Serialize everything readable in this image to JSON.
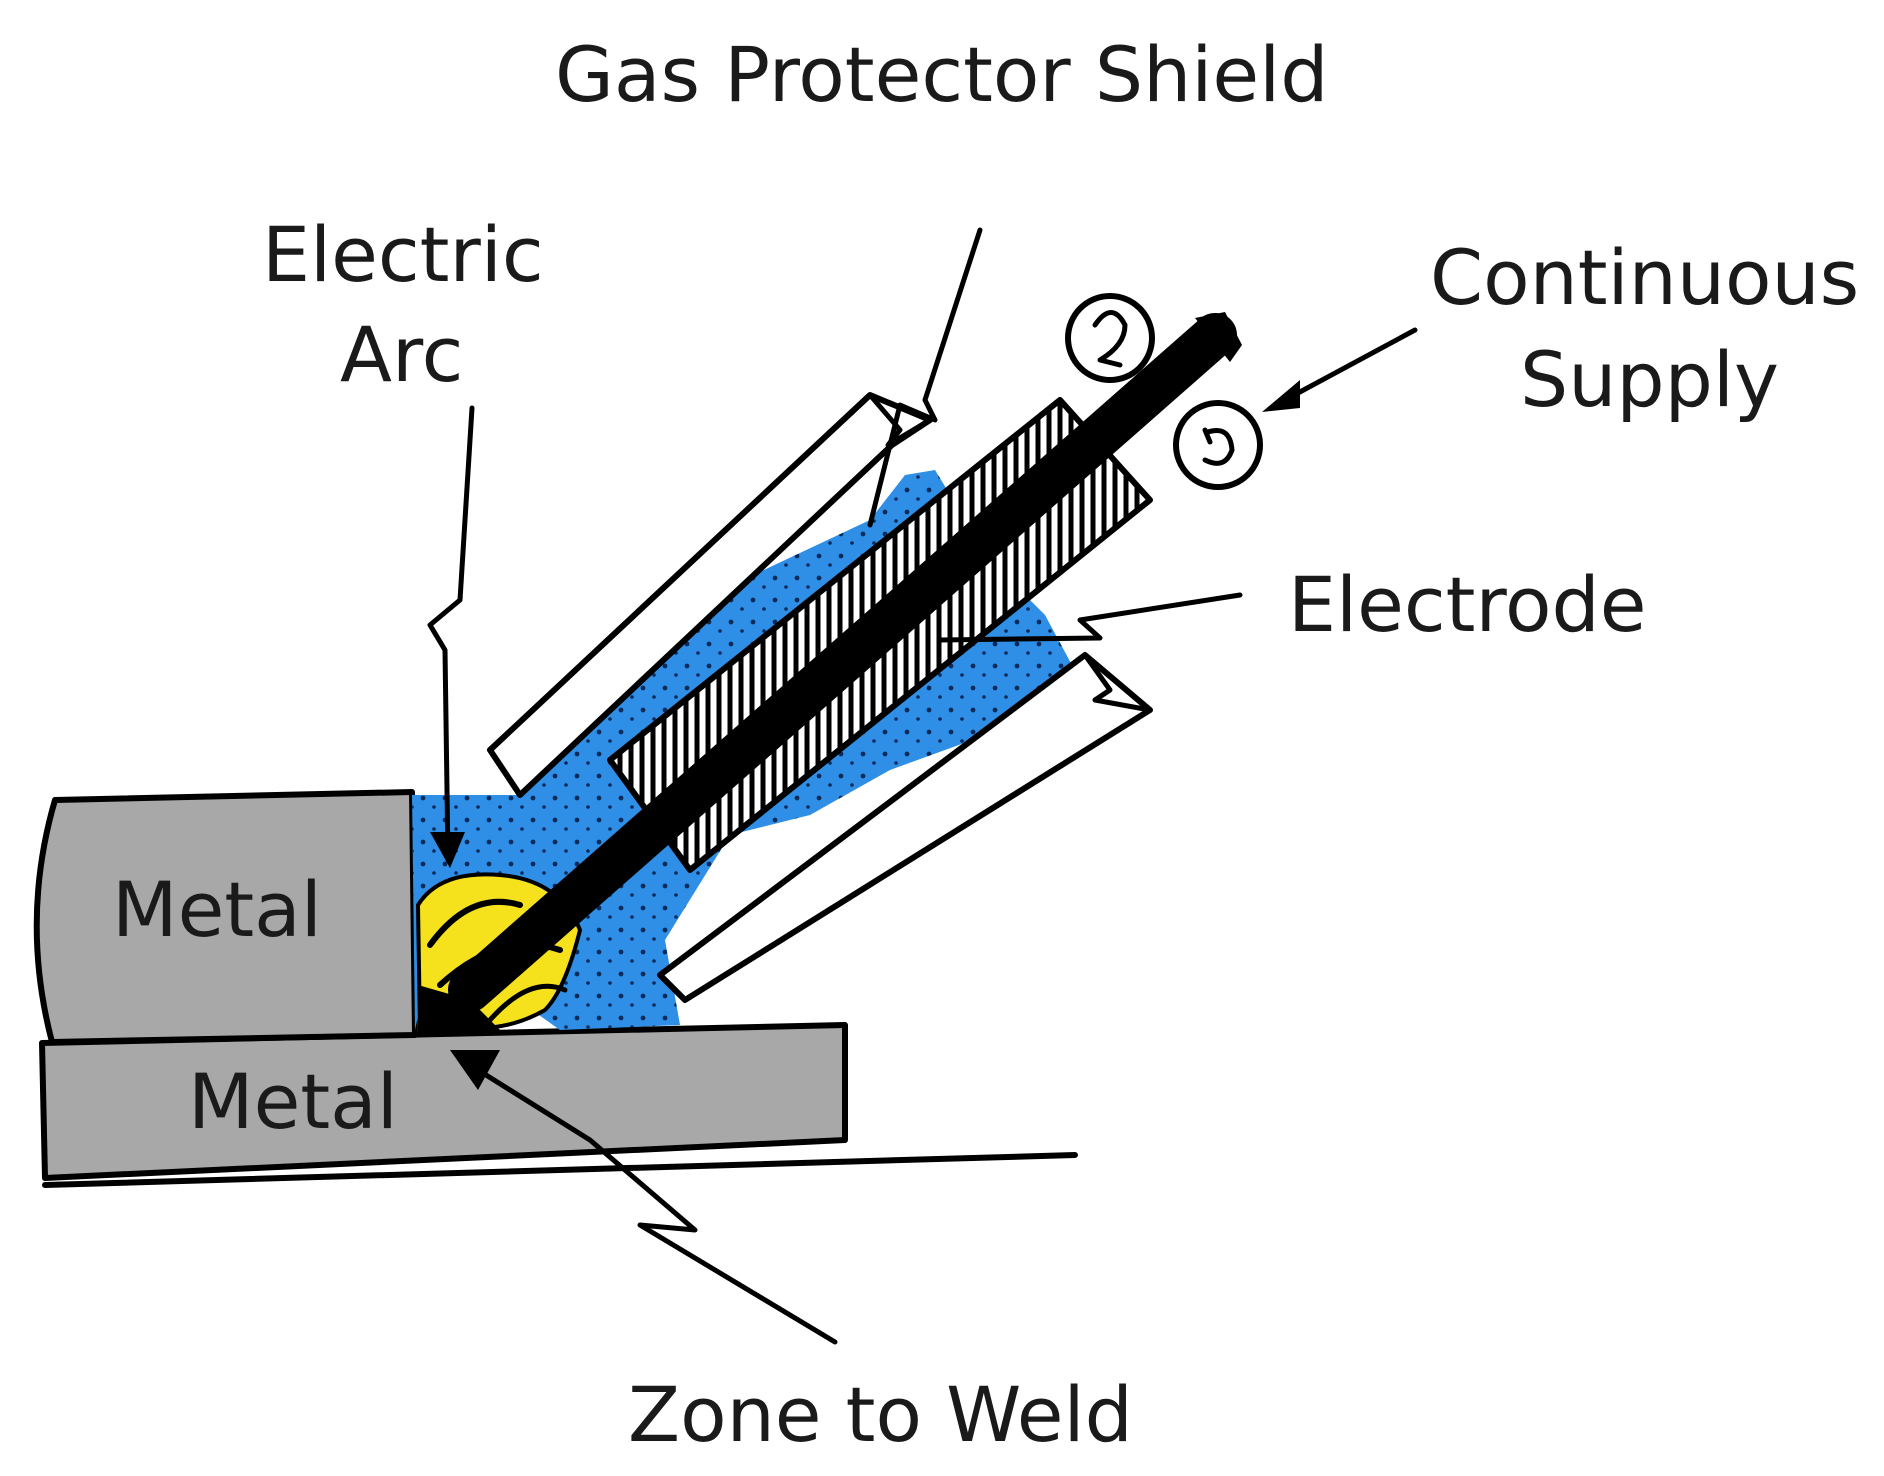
{
  "labels": {
    "gas_shield": "Gas Protector Shield",
    "electric_arc_line1": "Electric",
    "electric_arc_line2": "Arc",
    "continuous_line1": "Continuous",
    "continuous_line2": "Supply",
    "electrode": "Electrode",
    "metal_top": "Metal",
    "metal_bottom": "Metal",
    "zone_to_weld": "Zone to Weld"
  },
  "colors": {
    "metal": "#a8a8a8",
    "gas": "#2f8fe6",
    "arc": "#f5e21c",
    "ink": "#000000"
  }
}
